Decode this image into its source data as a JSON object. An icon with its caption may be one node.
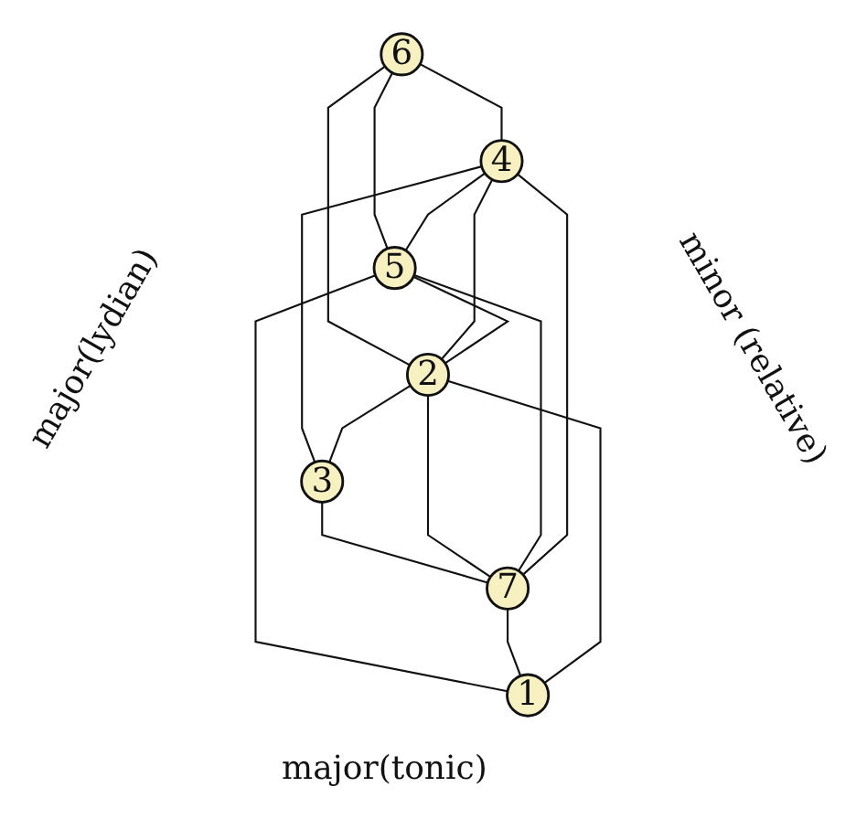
{
  "diagram": {
    "nodes": [
      {
        "text": [
          "6"
        ]
      },
      {
        "text": [
          "4"
        ]
      },
      {
        "text": [
          "5"
        ]
      },
      {
        "text": [
          "2"
        ]
      },
      {
        "text": [
          "3"
        ]
      },
      {
        "text": [
          "7"
        ]
      },
      {
        "text": [
          "1"
        ]
      }
    ],
    "edges": [
      {
        "from": 0,
        "to": 1,
        "arrow": "none"
      },
      {
        "from": 1,
        "to": 4,
        "arrow": "none"
      },
      {
        "from": 0,
        "to": 2,
        "arrow": "none"
      },
      {
        "from": 2,
        "to": 6,
        "arrow": "none"
      },
      {
        "from": 4,
        "to": 5,
        "arrow": "none"
      },
      {
        "from": 5,
        "to": 6,
        "arrow": "none"
      },
      {
        "from": 0,
        "to": 3,
        "arrow": "none"
      },
      {
        "from": 3,
        "to": 5,
        "arrow": "none"
      },
      {
        "from": 1,
        "to": 3,
        "arrow": "none"
      },
      {
        "from": 3,
        "to": 6,
        "arrow": "none"
      },
      {
        "from": 2,
        "to": 3,
        "arrow": "none"
      },
      {
        "from": 3,
        "to": 4,
        "arrow": "none"
      },
      {
        "from": 1,
        "to": 2,
        "arrow": "none"
      },
      {
        "from": 2,
        "to": 5,
        "arrow": "none"
      },
      {
        "from": 5,
        "to": 1,
        "arrow": "none"
      }
    ],
    "labels": [
      "major(lydian)",
      "minor (relative)",
      "major(tonic)"
    ]
  }
}
